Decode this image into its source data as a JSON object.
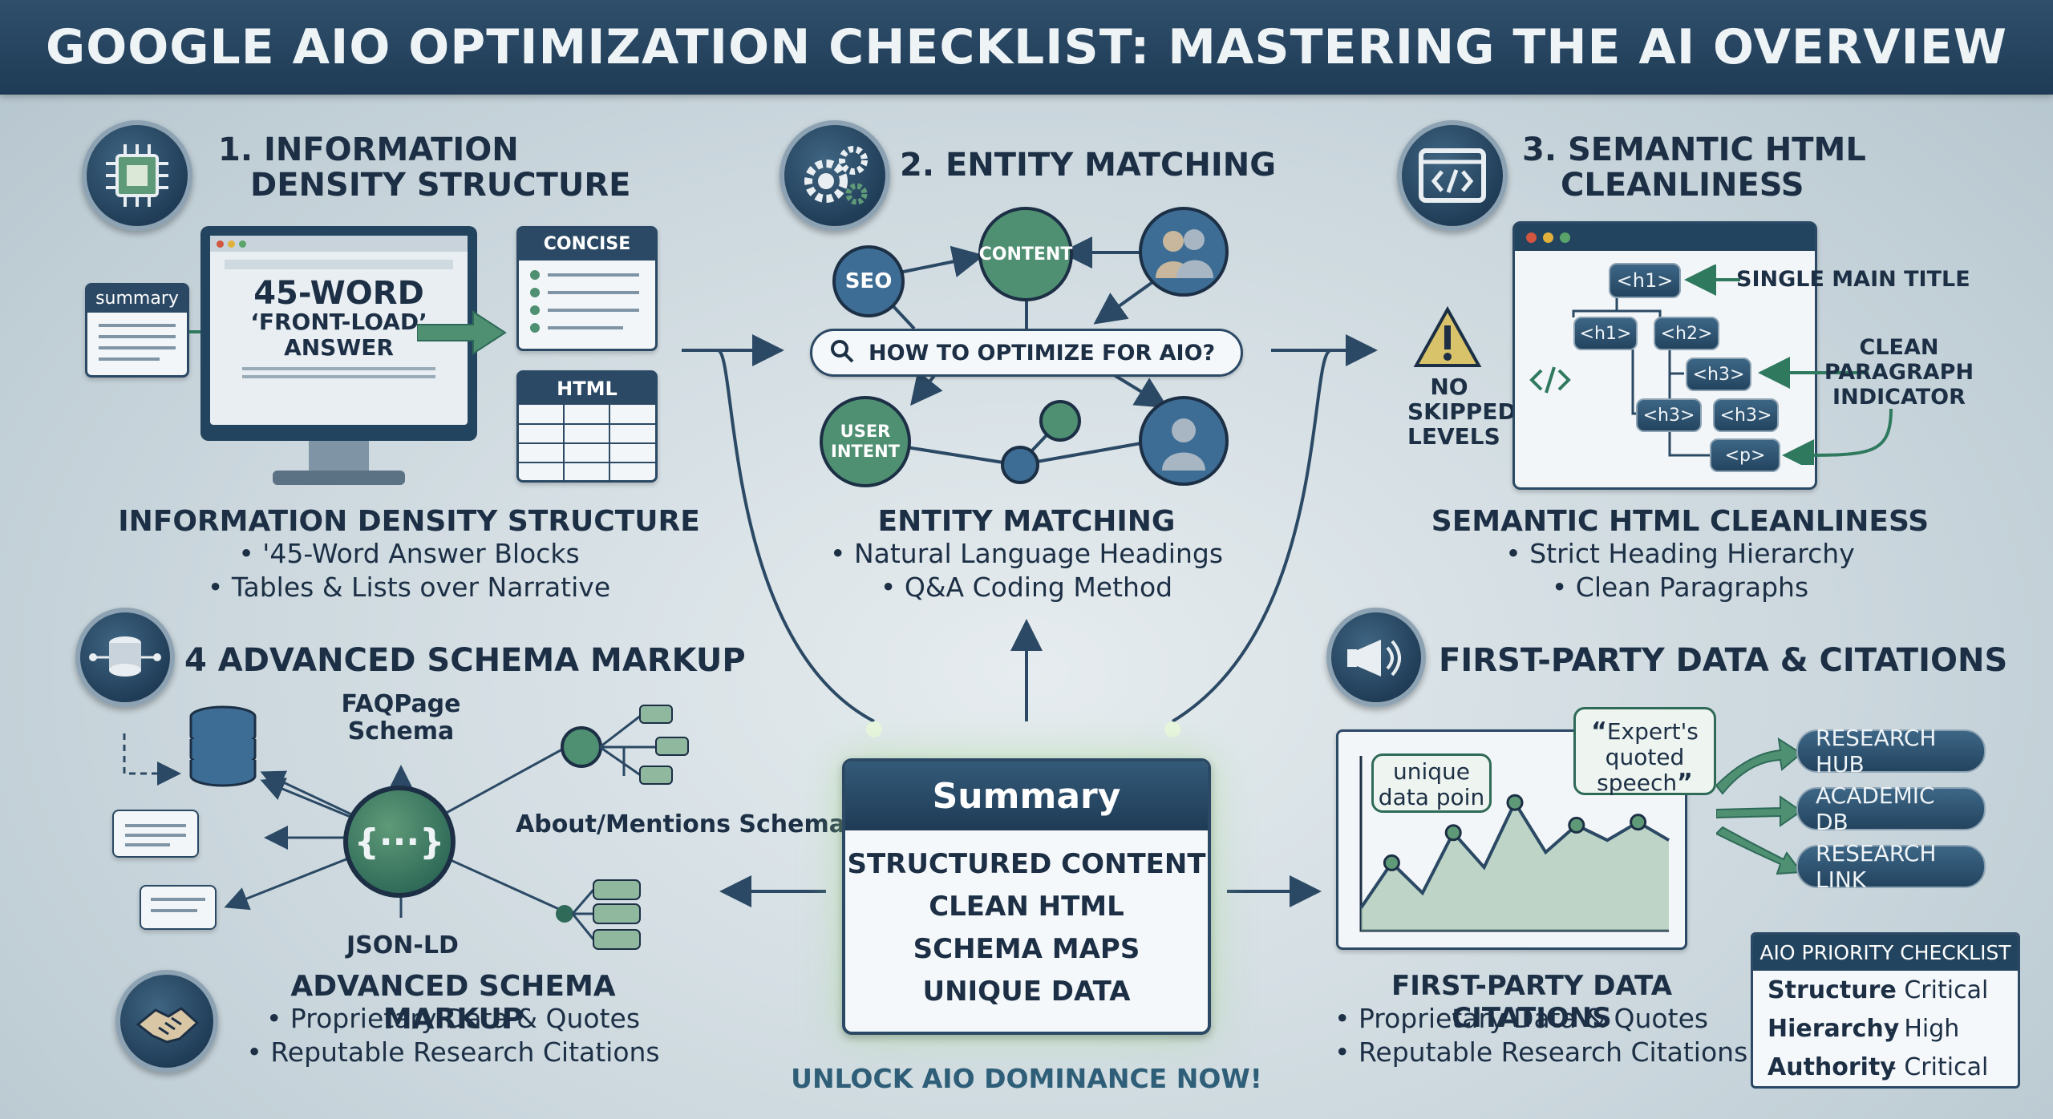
{
  "title": "GOOGLE AIO OPTIMIZATION CHECKLIST: MASTERING THE AI OVERVIEW",
  "section1": {
    "heading_line1": "1. INFORMATION",
    "heading_line2": "DENSITY STRUCTURE",
    "summary_tag": "summary",
    "monitor_line1": "45-WORD",
    "monitor_line2": "‘FRONT-LOAD’",
    "monitor_line3": "ANSWER",
    "concise_label": "CONCISE",
    "html_label": "HTML",
    "subtitle": "INFORMATION DENSITY STRUCTURE",
    "bullets": [
      "• '45-Word Answer Blocks",
      "• Tables & Lists over Narrative"
    ]
  },
  "section2": {
    "heading": "2. ENTITY MATCHING",
    "node_seo": "SEO",
    "node_content": "CONTENT",
    "node_user_intent": "USER INTENT",
    "search_text": "HOW TO OPTIMIZE FOR AIO?",
    "subtitle": "ENTITY MATCHING",
    "bullets": [
      "• Natural Language Headings",
      "• Q&A Coding Method"
    ]
  },
  "section3": {
    "heading_line1": "3. SEMANTIC HTML",
    "heading_line2": "CLEANLINESS",
    "warning_label": "NO SKIPPED LEVELS",
    "tags": {
      "h1_top": "<h1>",
      "h1": "<h1>",
      "h2": "<h2>",
      "h3a": "<h3>",
      "h3b": "<h3>",
      "h3c": "<h3>",
      "p": "<p>"
    },
    "single_main_title": "SINGLE MAIN TITLE",
    "clean_paragraph": "CLEAN PARAGRAPH INDICATOR",
    "subtitle": "SEMANTIC HTML CLEANLINESS",
    "bullets": [
      "• Strict Heading Hierarchy",
      "• Clean Paragraphs"
    ]
  },
  "section4": {
    "heading": "4 ADVANCED SCHEMA MARKUP",
    "faq_label": "FAQPage Schema",
    "about_label": "About/Mentions Schema",
    "jsonld_label": "JSON-LD",
    "center_glyph": "{···}",
    "subtitle": "ADVANCED SCHEMA MARKUP",
    "bullets": [
      "• Proprietary Data & Quotes",
      "• Reputable Research Citations"
    ]
  },
  "section5": {
    "heading": "FIRST-PARTY DATA & CITATIONS",
    "bubble_unique": "unique data poin",
    "bubble_quote": "Expert's quoted speech",
    "pills": [
      "RESEARCH HUB",
      "ACADEMIC DB",
      "RESEARCH LINK"
    ],
    "subtitle": "FIRST-PARTY DATA CITATIONS",
    "bullets": [
      "• Proprietary Data & Quotes",
      "• Reputable Research Citations"
    ],
    "chart_points": [
      0.15,
      0.45,
      0.25,
      0.65,
      0.42,
      0.85,
      0.52,
      0.7,
      0.6,
      0.72,
      0.6
    ]
  },
  "summary": {
    "heading": "Summary",
    "items": [
      "STRUCTURED CONTENT",
      "CLEAN HTML",
      "SCHEMA MAPS",
      "UNIQUE DATA"
    ],
    "cta": "UNLOCK AIO DOMINANCE NOW!"
  },
  "checklist": {
    "heading": "AIO PRIORITY CHECKLIST",
    "rows": [
      {
        "key": "Structure",
        "value": "- Critical"
      },
      {
        "key": "Hierarchy",
        "value": "- High"
      },
      {
        "key": "Authority",
        "value": "- Critical"
      }
    ]
  },
  "colors": {
    "navy": "#1f3b55",
    "green": "#2f7a5f",
    "accent_blue": "#3d6686"
  }
}
